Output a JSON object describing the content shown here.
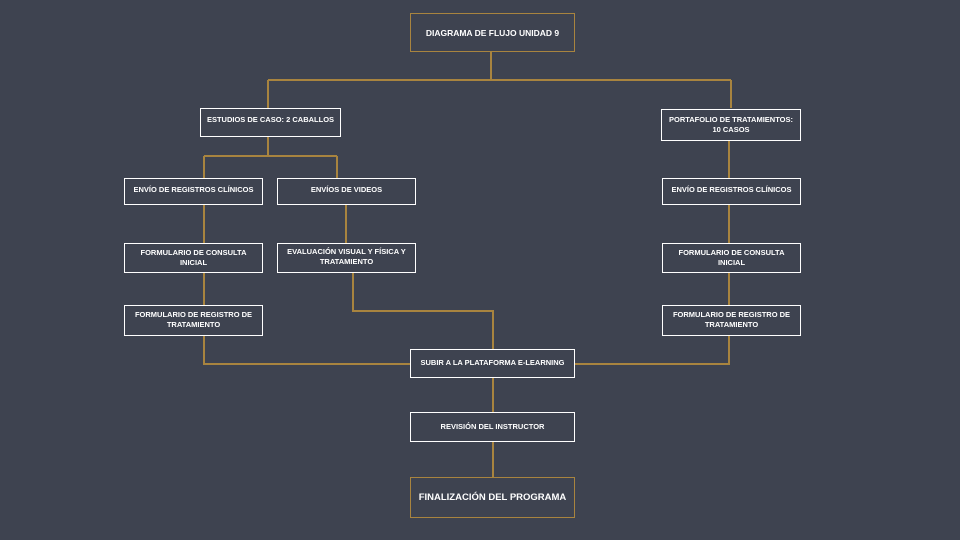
{
  "colors": {
    "background": "#3e4350",
    "connector": "#a8843f",
    "box_border": "#ffffff",
    "box_border_emphasis": "#a8843f",
    "text": "#ffffff"
  },
  "nodes": {
    "title": "DIAGRAMA DE FLUJO UNIDAD 9",
    "case_studies": "ESTUDIOS DE CASO: 2 CABALLOS",
    "portfolio": "PORTAFOLIO DE TRATAMIENTOS:\n10 CASOS",
    "left_clinical_records": "ENVÍO DE REGISTROS CLÍNICOS",
    "videos": "ENVÍOS DE VIDEOS",
    "right_clinical_records": "ENVÍO DE REGISTROS CLÍNICOS",
    "left_consult_form": "FORMULARIO DE CONSULTA\nINICIAL",
    "visual_evaluation": "EVALUACIÓN VISUAL Y FÍSICA Y\nTRATAMIENTO",
    "right_consult_form": "FORMULARIO DE CONSULTA\nINICIAL",
    "left_treatment_form": "FORMULARIO DE REGISTRO DE\nTRATAMIENTO",
    "right_treatment_form": "FORMULARIO DE REGISTRO DE\nTRATAMIENTO",
    "upload": "SUBIR A LA PLATAFORMA E-LEARNING",
    "review": "REVISIÓN DEL INSTRUCTOR",
    "finish": "FINALIZACIÓN DEL PROGRAMA"
  }
}
